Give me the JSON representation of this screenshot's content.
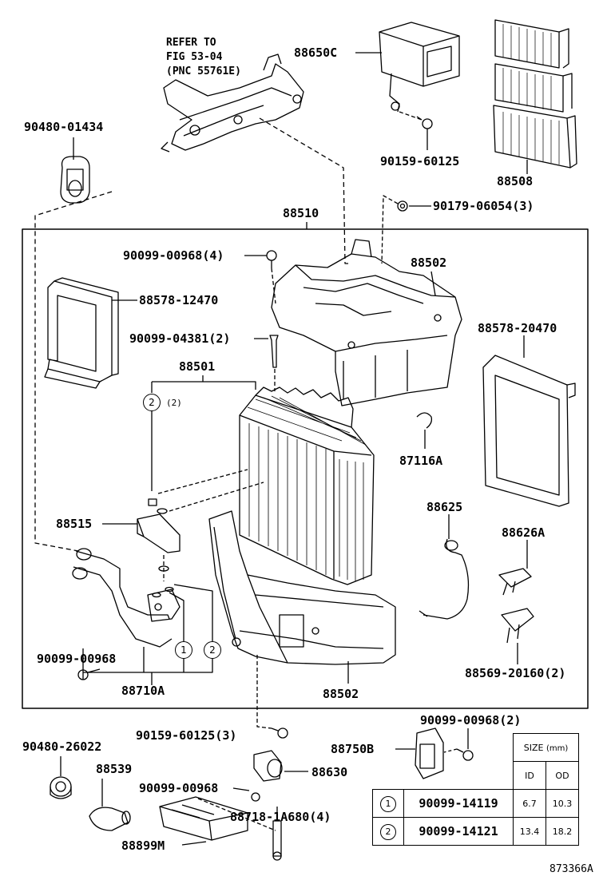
{
  "refer_note": {
    "line1": "REFER TO",
    "line2": "FIG 53-04",
    "line3": "(PNC 55761E)"
  },
  "parts": {
    "p90480_01434": "90480-01434",
    "p88650C": "88650C",
    "p90159_60125_top": "90159-60125",
    "p88508": "88508",
    "p90179_06054": "90179-06054(3)",
    "p88510": "88510",
    "p90099_00968_4": "90099-00968(4)",
    "p88502_top": "88502",
    "p88578_12470": "88578-12470",
    "p90099_04381": "90099-04381(2)",
    "p88578_20470": "88578-20470",
    "p88501": "88501",
    "p87116A": "87116A",
    "p88625": "88625",
    "p88515": "88515",
    "p88626A": "88626A",
    "p90099_00968_left": "90099-00968",
    "p88710A": "88710A",
    "p88502_bottom": "88502",
    "p88569_20160": "88569-20160(2)",
    "p90099_00968_2": "90099-00968(2)",
    "p90480_26022": "90480-26022",
    "p90159_60125_3": "90159-60125(3)",
    "p88750B": "88750B",
    "p88539": "88539",
    "p88630": "88630",
    "p90099_00968_bottom": "90099-00968",
    "p88718_1A680": "88718-1A680(4)",
    "p88899M": "88899M",
    "fig_code": "873366A"
  },
  "callouts": {
    "c1": "1",
    "c2": "2",
    "c2_note": "(2)"
  },
  "size_table": {
    "header_size": "SIZE",
    "header_unit": "(mm)",
    "header_id": "ID",
    "header_od": "OD",
    "rows": [
      {
        "index": "1",
        "part": "90099-14119",
        "id": "6.7",
        "od": "10.3"
      },
      {
        "index": "2",
        "part": "90099-14121",
        "id": "13.4",
        "od": "18.2"
      }
    ]
  }
}
